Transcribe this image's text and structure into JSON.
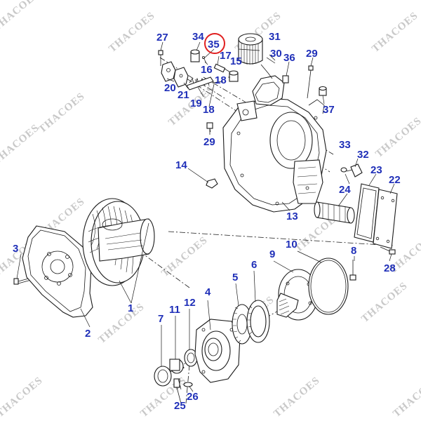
{
  "diagram": {
    "highlight_color": "#e02020",
    "label_color": "#1f2fb8",
    "highlighted_callout": "35",
    "watermark": "THACOES",
    "callouts": {
      "c1": "1",
      "c2": "2",
      "c3": "3",
      "c4": "4",
      "c5": "5",
      "c6": "6",
      "c7": "7",
      "c8": "8",
      "c9": "9",
      "c10": "10",
      "c11": "11",
      "c12": "12",
      "c13": "13",
      "c14": "14",
      "c15": "15",
      "c16": "16",
      "c17": "17",
      "c18a": "18",
      "c18b": "18",
      "c19": "19",
      "c20": "20",
      "c21": "21",
      "c22": "22",
      "c23": "23",
      "c24": "24",
      "c25": "25",
      "c26": "26",
      "c27": "27",
      "c28": "28",
      "c29a": "29",
      "c29b": "29",
      "c30": "30",
      "c31": "31",
      "c32": "32",
      "c33": "33",
      "c34": "34",
      "c35": "35",
      "c36": "36",
      "c37": "37"
    }
  }
}
